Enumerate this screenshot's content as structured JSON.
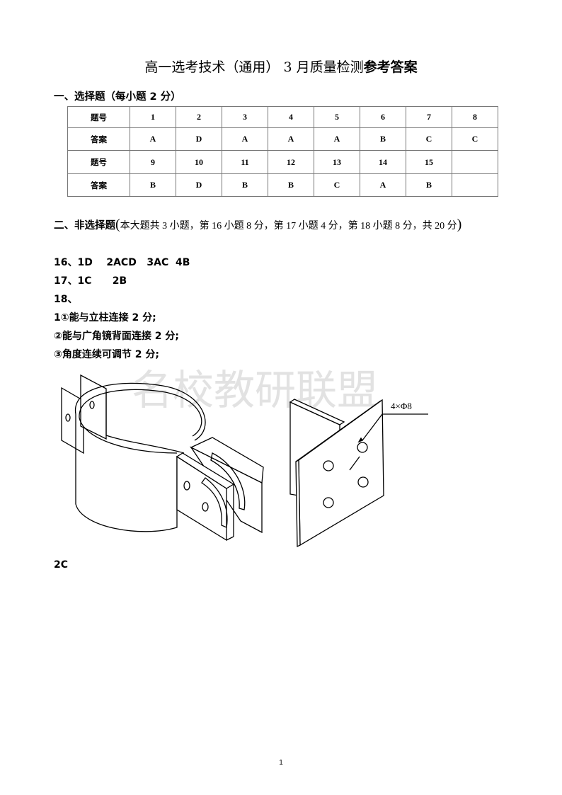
{
  "title": {
    "normal": "高一选考技术（通用） 3 月质量检测",
    "bold": "参考答案"
  },
  "section1": {
    "heading": "一、选择题（每小题 2 分）"
  },
  "table": {
    "row_label_q": "题号",
    "row_label_a": "答案",
    "q1": [
      "1",
      "2",
      "3",
      "4",
      "5",
      "6",
      "7",
      "8"
    ],
    "a1": [
      "A",
      "D",
      "A",
      "A",
      "A",
      "B",
      "C",
      "C"
    ],
    "q2": [
      "9",
      "10",
      "11",
      "12",
      "13",
      "14",
      "15",
      ""
    ],
    "a2": [
      "B",
      "D",
      "B",
      "B",
      "C",
      "A",
      "B",
      ""
    ]
  },
  "section2": {
    "heading": "二、非选择题",
    "note": "本大题共 3 小题，第 16 小题 8 分，第 17 小题 4 分，第 18 小题 8 分，共 20 分"
  },
  "answers": [
    "16、1D    2ACD   3AC  4B",
    "17、1C      2B",
    "18、",
    "1①能与立柱连接 2 分;",
    "②能与广角镜背面连接 2 分;",
    "③角度连续可调节 2 分;"
  ],
  "figure": {
    "dimension_label": "4×Φ8",
    "watermark": "名校教研联盟"
  },
  "answer_2c": "2C",
  "page_number": "1"
}
